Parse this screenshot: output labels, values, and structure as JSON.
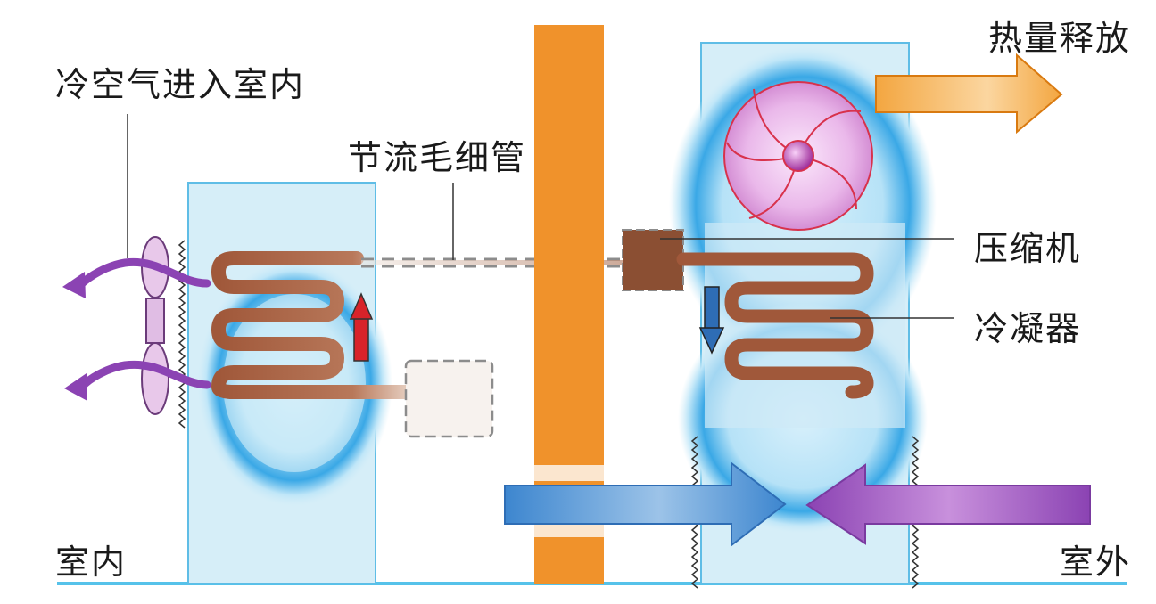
{
  "labels": {
    "cold_air_in": "冷空气进入室内",
    "throttle": "节流毛细管",
    "heat_release": "热量释放",
    "compressor": "压缩机",
    "condenser": "冷凝器",
    "indoor": "室内",
    "outdoor": "室外"
  },
  "colors": {
    "panel_fill": "#d6eef8",
    "panel_border": "#5fbde6",
    "glow": "#38a8e6",
    "wall": "#f0922b",
    "coil": "#9a5534",
    "compressor": "#8b4f33",
    "fan_wheel": "#e8a8e8",
    "fan_blade": "#d8324c",
    "arrow_red": "#d8232a",
    "arrow_blue": "#2e75c3",
    "arrow_purple": "#8b43b3",
    "arrow_orange": "#f0a23c",
    "ground": "#56c2ea"
  }
}
